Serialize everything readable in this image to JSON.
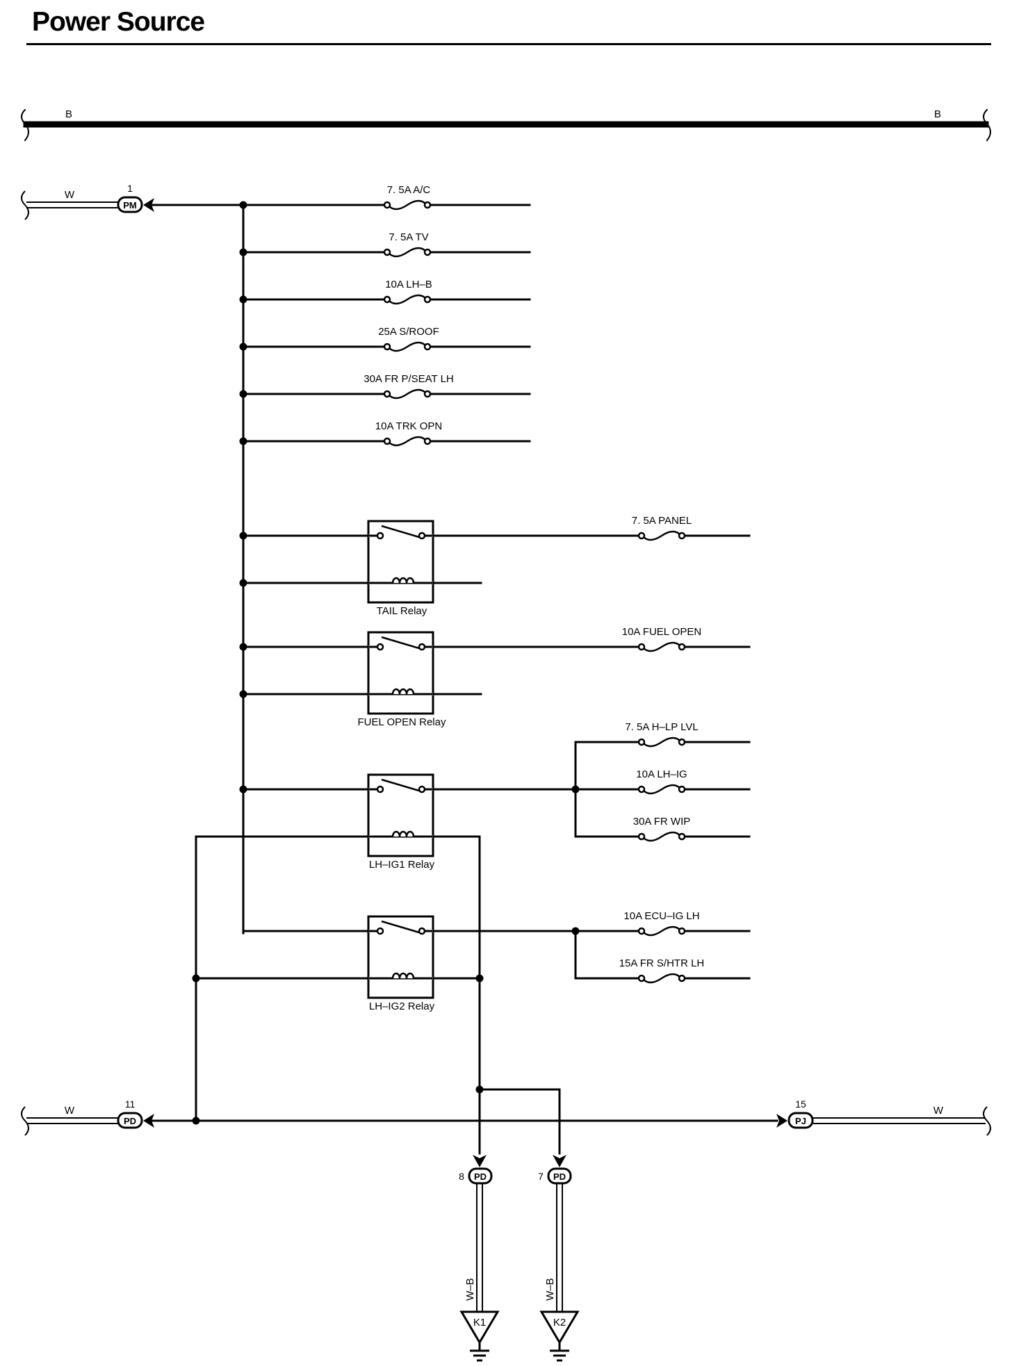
{
  "page": {
    "title": "Power Source"
  },
  "bus": {
    "wire_color_left": "B",
    "wire_color_right": "B"
  },
  "fuses_main": [
    {
      "label": "7. 5A A/C"
    },
    {
      "label": "7. 5A TV"
    },
    {
      "label": "10A LH–B"
    },
    {
      "label": "25A S/ROOF"
    },
    {
      "label": "30A FR P/SEAT LH"
    },
    {
      "label": "10A TRK OPN"
    }
  ],
  "relays": [
    {
      "name": "TAIL Relay"
    },
    {
      "name": "FUEL OPEN Relay"
    },
    {
      "name": "LH–IG1 Relay"
    },
    {
      "name": "LH–IG2 Relay"
    }
  ],
  "fuses_relay": {
    "tail": "7. 5A PANEL",
    "fuel_open": "10A FUEL OPEN",
    "lh_ig1": [
      "7. 5A H–LP LVL",
      "10A LH–IG",
      "30A FR WIP"
    ],
    "lh_ig2": [
      "10A ECU–IG LH",
      "15A FR S/HTR LH"
    ]
  },
  "connectors": {
    "pm": {
      "code": "PM",
      "pin": "1",
      "wire": "W"
    },
    "pd_in": {
      "code": "PD",
      "pin": "11",
      "wire": "W"
    },
    "pj": {
      "code": "PJ",
      "pin": "15",
      "wire": "W"
    },
    "pd8": {
      "code": "PD",
      "pin": "8",
      "wire": "W–B"
    },
    "pd7": {
      "code": "PD",
      "pin": "7",
      "wire": "W–B"
    }
  },
  "grounds": [
    {
      "code": "K1"
    },
    {
      "code": "K2"
    }
  ]
}
